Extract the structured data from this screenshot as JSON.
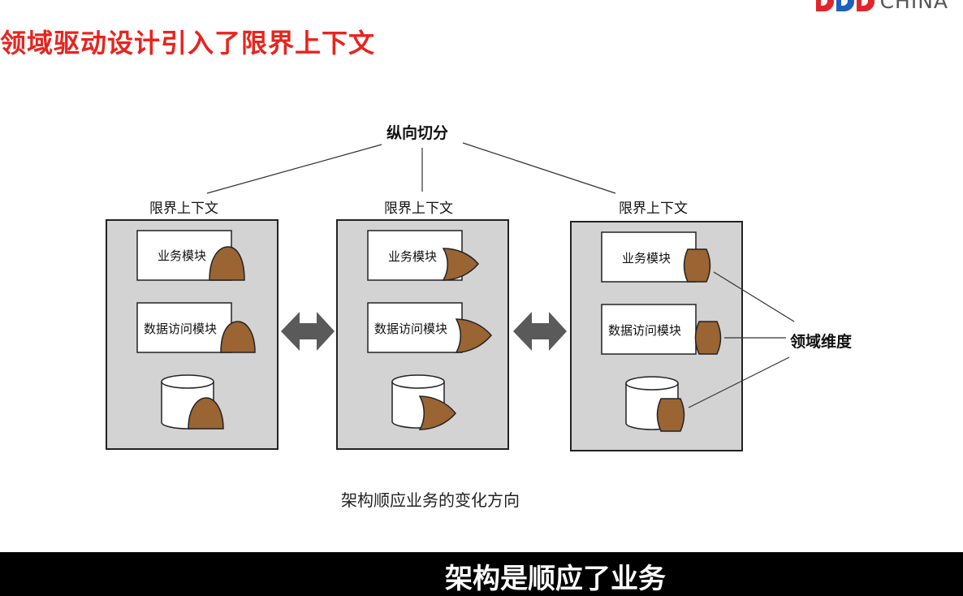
{
  "logo": {
    "text": "CHINA",
    "letter_colors": [
      "#e0262b",
      "#1f5fbf",
      "#e0262b"
    ]
  },
  "title": "领域驱动设计引入了限界上下文",
  "diagram": {
    "top_label": "纵向切分",
    "contexts": [
      {
        "label": "限界上下文",
        "modules": [
          "业务模块",
          "数据访问模块"
        ]
      },
      {
        "label": "限界上下文",
        "modules": [
          "业务模块",
          "数据访问模块"
        ]
      },
      {
        "label": "限界上下文",
        "modules": [
          "业务模块",
          "数据访问模块"
        ]
      }
    ],
    "domain_label": "领域维度",
    "caption": "架构顺应业务的变化方向"
  },
  "subtitle": "架构是顺应了业务",
  "colors": {
    "title": "#e8241e",
    "panel": "#d3d3d3",
    "shape": "#9a6433",
    "arrow": "#5a5a5a"
  }
}
